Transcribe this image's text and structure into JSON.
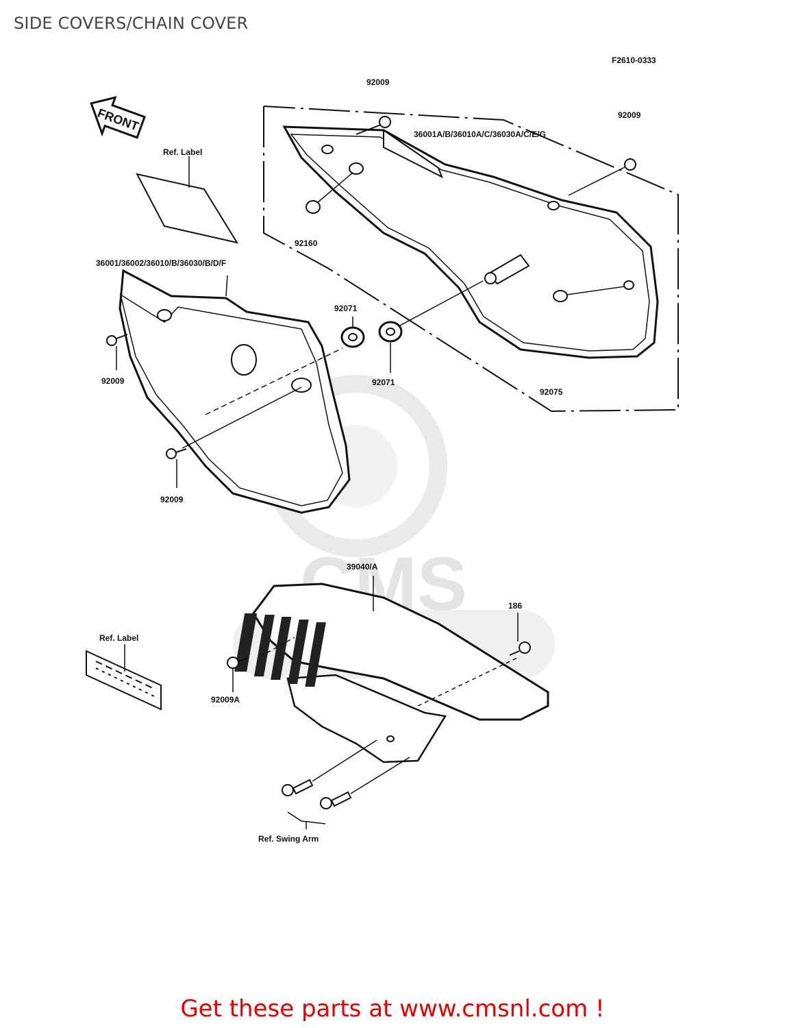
{
  "page": {
    "title": "SIDE COVERS/CHAIN COVER",
    "figure_code": "F2610-0333",
    "footer_link": "Get these parts at www.cmsnl.com !",
    "front_arrow": "FRONT",
    "watermark": "CMS"
  },
  "parts": {
    "p92009_top": "92009",
    "p92009_right": "92009",
    "p36001A": "36001A/B/36010A/C/36030A/C/E/G",
    "ref_label_top": "Ref. Label",
    "p92160": "92160",
    "p36001": "36001/36002/36010/B/36030/B/D/F",
    "p92071_a": "92071",
    "p92071_b": "92071",
    "p92009_left": "92009",
    "p92075": "92075",
    "p92009_bottom": "92009",
    "p39040": "39040/A",
    "p186": "186",
    "ref_label_bottom": "Ref. Label",
    "p92009A": "92009A",
    "ref_swing_arm": "Ref. Swing Arm"
  },
  "colors": {
    "title": "#444444",
    "footer": "#e60000",
    "line": "#111111",
    "watermark": "#e6e6e6"
  }
}
